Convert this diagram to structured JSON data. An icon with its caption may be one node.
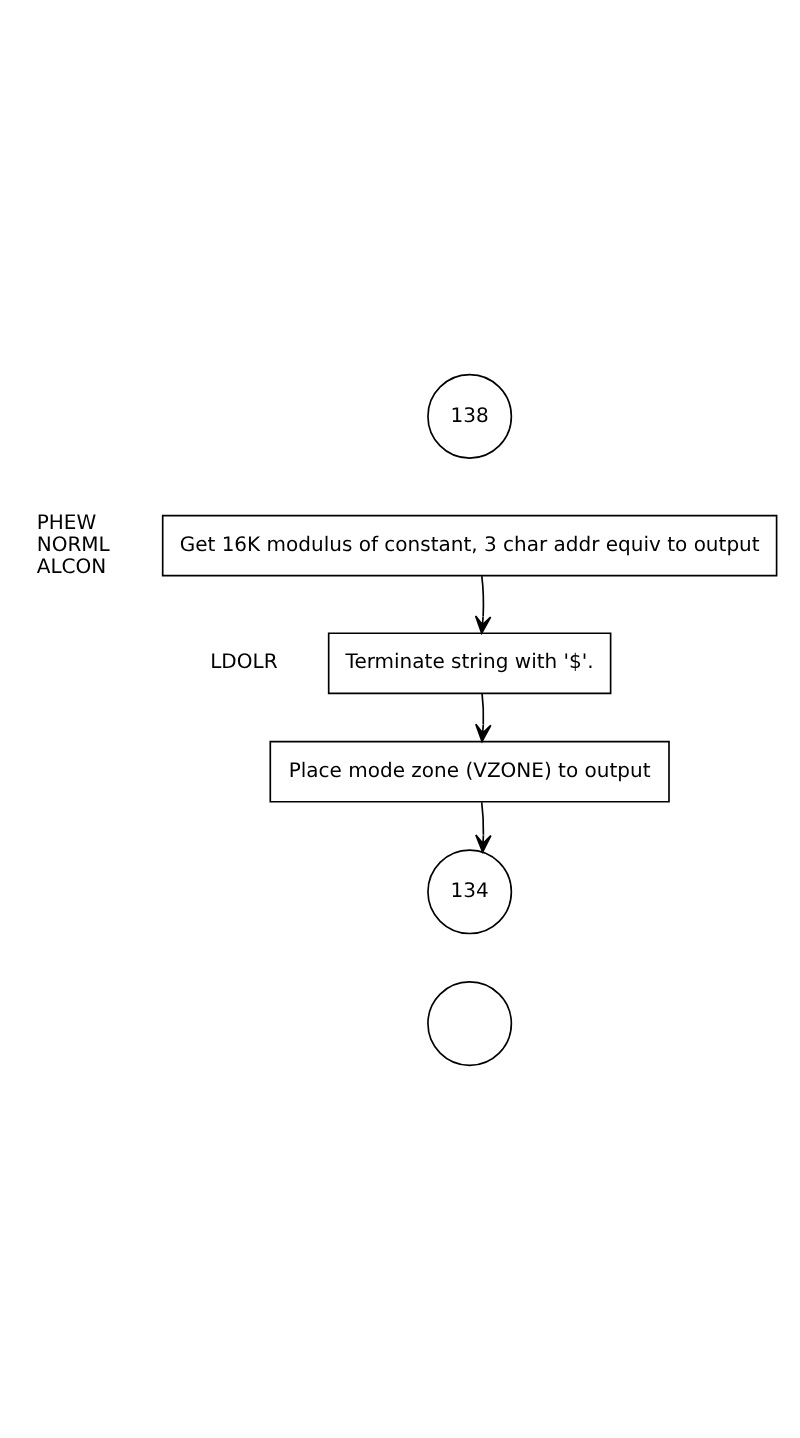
{
  "diagram": {
    "nodes": [
      {
        "text": [
          "138"
        ]
      },
      {
        "text": [
          "Get 16K modulus of constant, 3 char addr equiv to output"
        ],
        "beside": [
          "PHEW",
          "NORML",
          "ALCON"
        ]
      },
      {
        "text": [
          "Terminate string with '$'."
        ],
        "beside": [
          "LDOLR"
        ]
      },
      {
        "text": [
          "Place mode zone (VZONE) to output"
        ]
      },
      {
        "text": [
          "134"
        ]
      },
      {
        "text": [],
        "shape": "circle"
      }
    ],
    "edges": [
      {
        "from": 1,
        "to": 2,
        "arrow": "to"
      },
      {
        "from": 2,
        "to": 3,
        "arrow": "to"
      },
      {
        "from": 3,
        "to": 4,
        "arrow": "to"
      }
    ]
  }
}
